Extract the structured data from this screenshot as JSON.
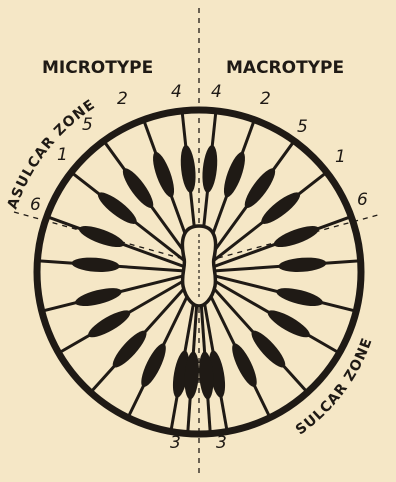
{
  "diagram": {
    "headings": {
      "left": "MICROTYPE",
      "right": "MACROTYPE"
    },
    "zones": {
      "upper_left": "ASULCAR ZONE",
      "lower_right": "SULCAR ZONE"
    },
    "numbers": {
      "top_left_4": "4",
      "top_left_2": "2",
      "top_left_5": "5",
      "top_left_1": "1",
      "top_left_6": "6",
      "top_right_4": "4",
      "top_right_2": "2",
      "top_right_5": "5",
      "top_right_1": "1",
      "top_right_6": "6",
      "bottom_left_3": "3",
      "bottom_right_3": "3"
    },
    "colors": {
      "ink": "#1f1a15",
      "paper": "#f5e7c6"
    }
  }
}
